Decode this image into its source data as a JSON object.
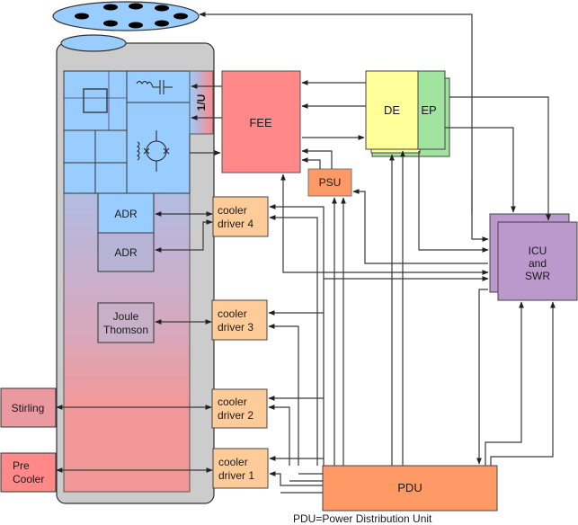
{
  "diagram": {
    "caption": "PDU=Power Distribution Unit",
    "colors": {
      "cryostat_body": "#cccccc",
      "detector_blue": "#99ccff",
      "fee": "#ff8888",
      "de": "#ffff99",
      "ep": "#a0e4a0",
      "psu": "#ff9966",
      "cooler_driver": "#ffcc99",
      "icu": "#bb99cc",
      "pdu": "#ff9966",
      "stirling": "#f0909a",
      "precooler": "#ff8888",
      "adr_top": "#99ccff",
      "adr_bottom": "#b8b4d6",
      "jt": "#c8a8c0"
    },
    "blocks": {
      "one_over_u": "1/U",
      "fee": "FEE",
      "de": "DE",
      "ep": "EP",
      "psu": "PSU",
      "icu": [
        "ICU",
        "and",
        "SWR"
      ],
      "pdu": "PDU",
      "adr_top": "ADR",
      "adr_bottom": "ADR",
      "joule_thomson": [
        "Joule",
        "Thomson"
      ],
      "stirling": "Stirling",
      "pre_cooler": [
        "Pre",
        "Cooler"
      ],
      "cooler_driver_4": [
        "cooler",
        "driver 4"
      ],
      "cooler_driver_3": [
        "cooler",
        "driver 3"
      ],
      "cooler_driver_2": [
        "cooler",
        "driver 2"
      ],
      "cooler_driver_1": [
        "cooler",
        "driver 1"
      ]
    },
    "icons": {
      "filter_wheel": "filter-wheel-icon",
      "squid_circuit": "squid-icon",
      "inductor_capacitor": "lc-circuit-icon"
    }
  }
}
